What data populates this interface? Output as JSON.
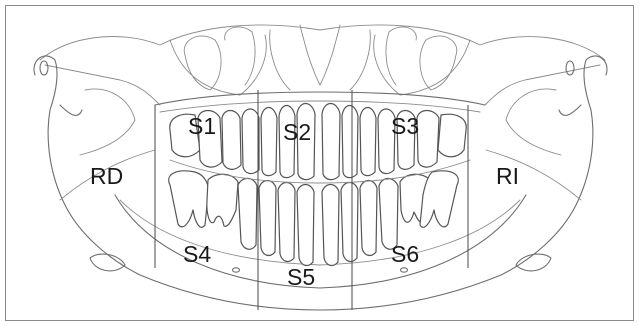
{
  "diagram": {
    "regions": [
      {
        "id": "S1",
        "label": "S1"
      },
      {
        "id": "S2",
        "label": "S2"
      },
      {
        "id": "S3",
        "label": "S3"
      },
      {
        "id": "S4",
        "label": "S4"
      },
      {
        "id": "S5",
        "label": "S5"
      },
      {
        "id": "S6",
        "label": "S6"
      },
      {
        "id": "RD",
        "label": "RD"
      },
      {
        "id": "RI",
        "label": "RI"
      }
    ]
  },
  "colors": {
    "line": "#6e6e6e",
    "label": "#1a1a1a",
    "background": "#ffffff"
  }
}
